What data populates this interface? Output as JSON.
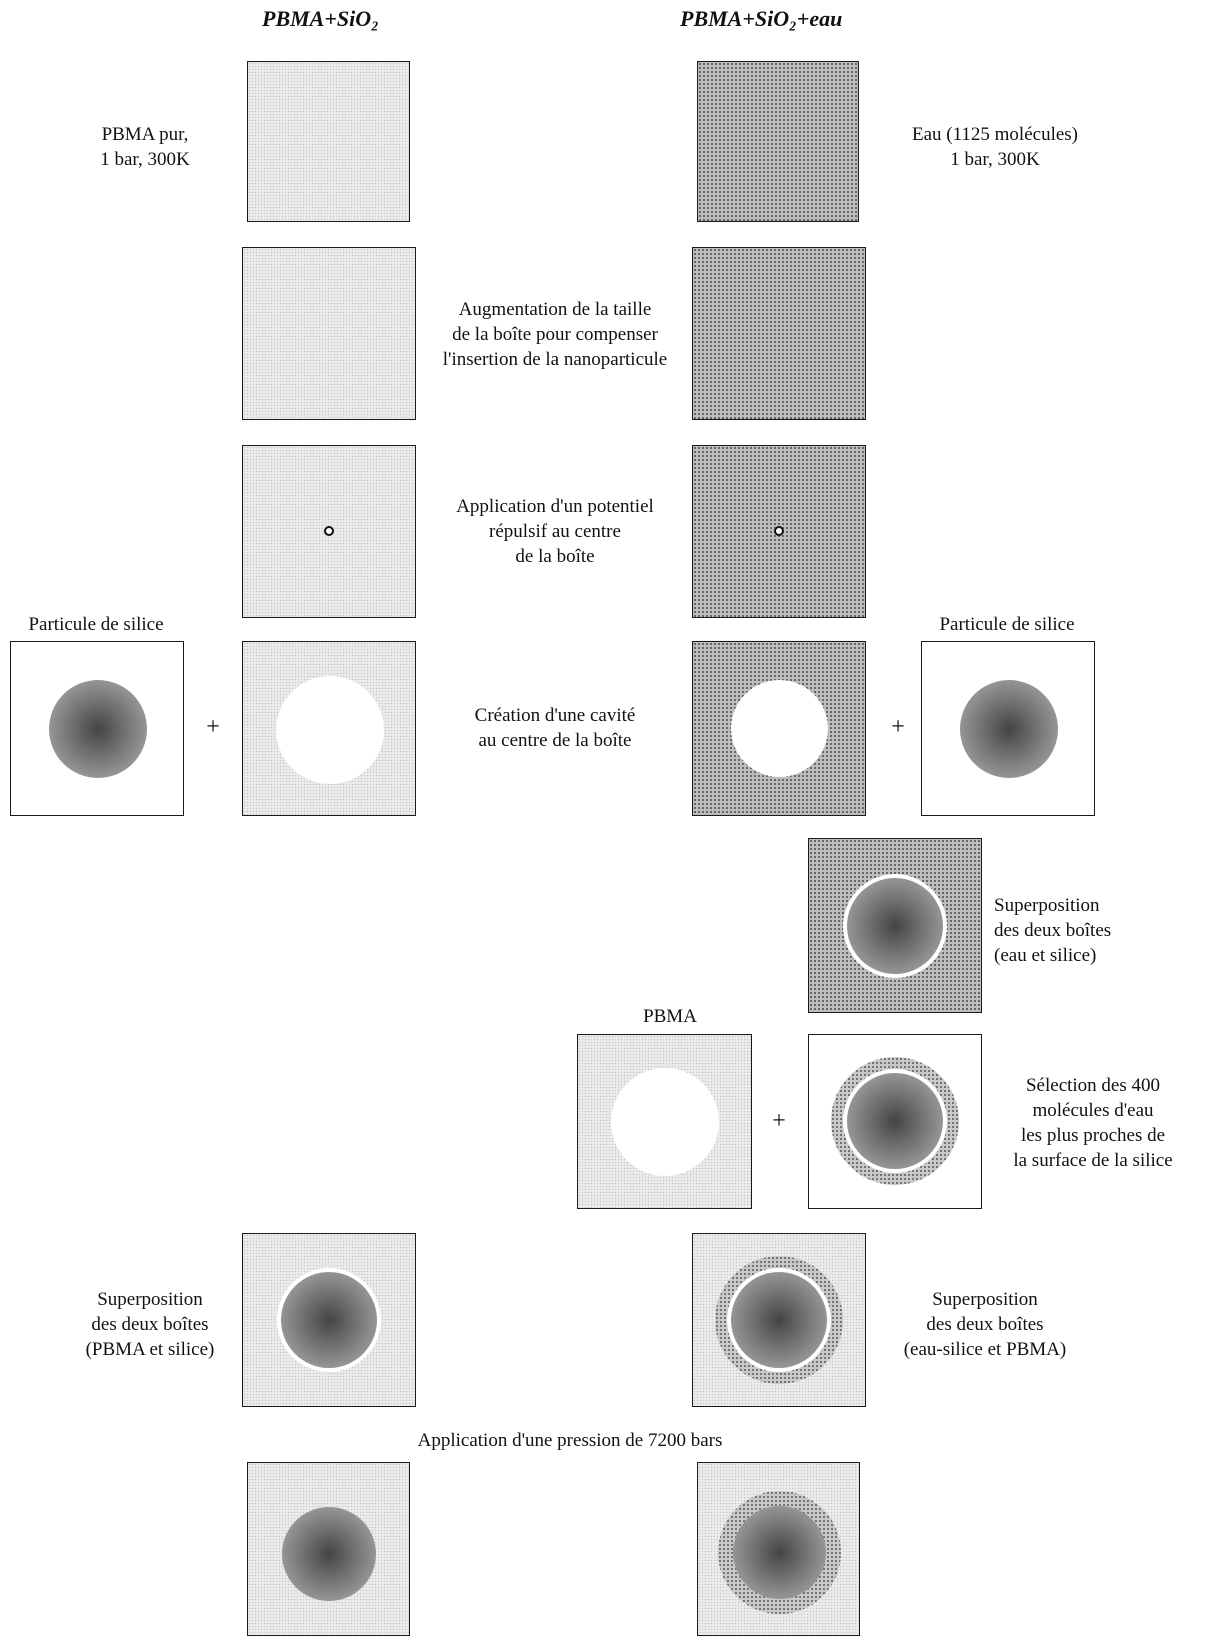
{
  "headers": {
    "left": "PBMA+SiO₂",
    "right": "PBMA+SiO₂+eau"
  },
  "labels": {
    "pbma_pure": "PBMA pur,\n1 bar, 300K",
    "water": "Eau (1125 molécules)\n1 bar, 300K",
    "enlarge": "Augmentation de la taille\nde la boîte pour compenser\nl'insertion de la nanoparticule",
    "repulsive": "Application d'un potentiel\nrépulsif au centre\nde la boîte",
    "silica_left": "Particule de silice",
    "silica_right": "Particule de silice",
    "cavity": "Création d'une cavité\nau centre de la boîte",
    "overlay_water_silica": "Superposition\ndes deux boîtes\n(eau et silice)",
    "pbma": "PBMA",
    "selection": "Sélection des 400\nmolécules d'eau\nles plus proches de\nla surface de la silice",
    "overlay_pbma_silica": "Superposition\ndes deux boîtes\n(PBMA et silice)",
    "overlay_watersilica_pbma": "Superposition\ndes deux boîtes\n(eau-silice et PBMA)",
    "pressure": "Application d'une pression de 7200 bars"
  },
  "symbols": {
    "plus": "+"
  }
}
